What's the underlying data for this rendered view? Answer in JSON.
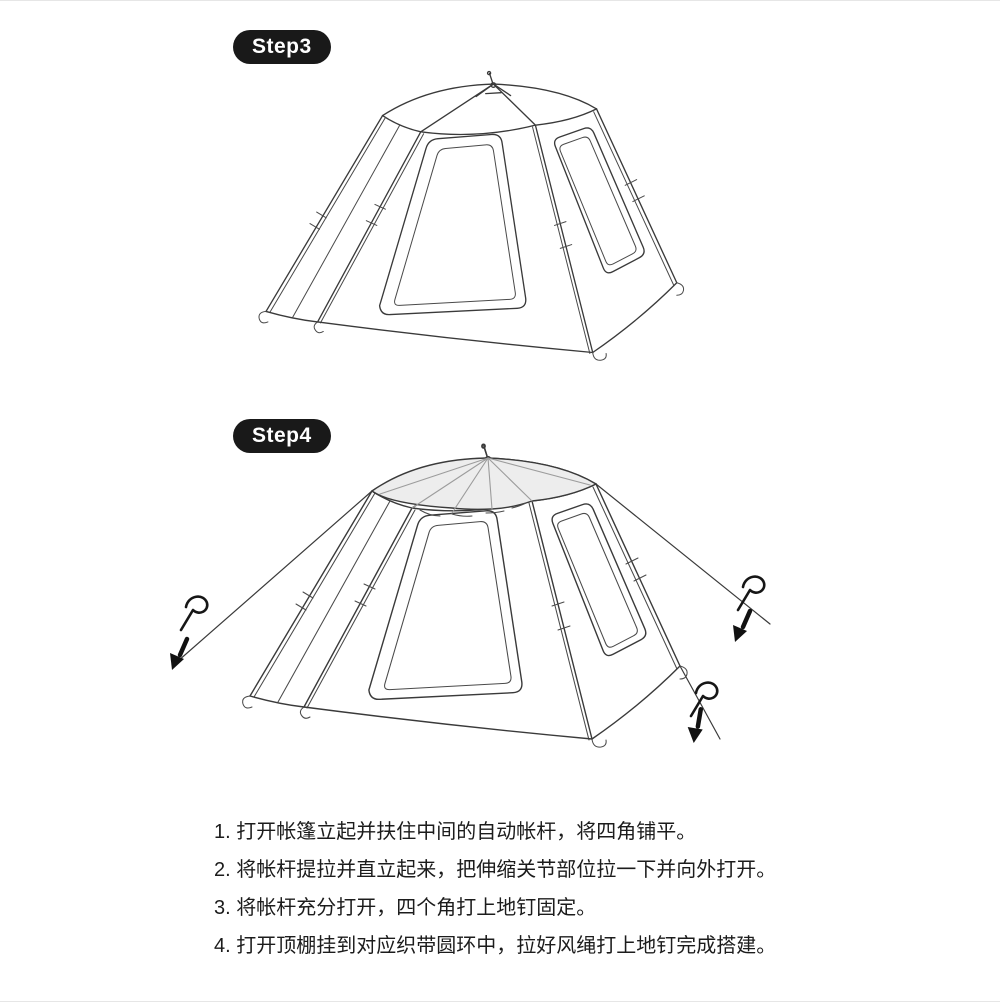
{
  "steps": [
    {
      "label": "Step3"
    },
    {
      "label": "Step4"
    }
  ],
  "figures": {
    "step3_icon": "tent-frame-illustration",
    "step4_icon": "tent-canopy-guy-ropes-stakes-illustration"
  },
  "instructions": {
    "items": [
      "1. 打开帐篷立起并扶住中间的自动帐杆，将四角铺平。",
      "2. 将帐杆提拉并直立起来，把伸缩关节部位拉一下并向外打开。",
      "3. 将帐杆充分打开，四个角打上地钉固定。",
      "4. 打开顶棚挂到对应织带圆环中，拉好风绳打上地钉完成搭建。"
    ]
  },
  "colors": {
    "badge_bg": "#191919",
    "badge_text": "#ffffff",
    "line": "#3a3a3a",
    "canopy_fill": "#ededed",
    "text": "#1c1c1c"
  }
}
